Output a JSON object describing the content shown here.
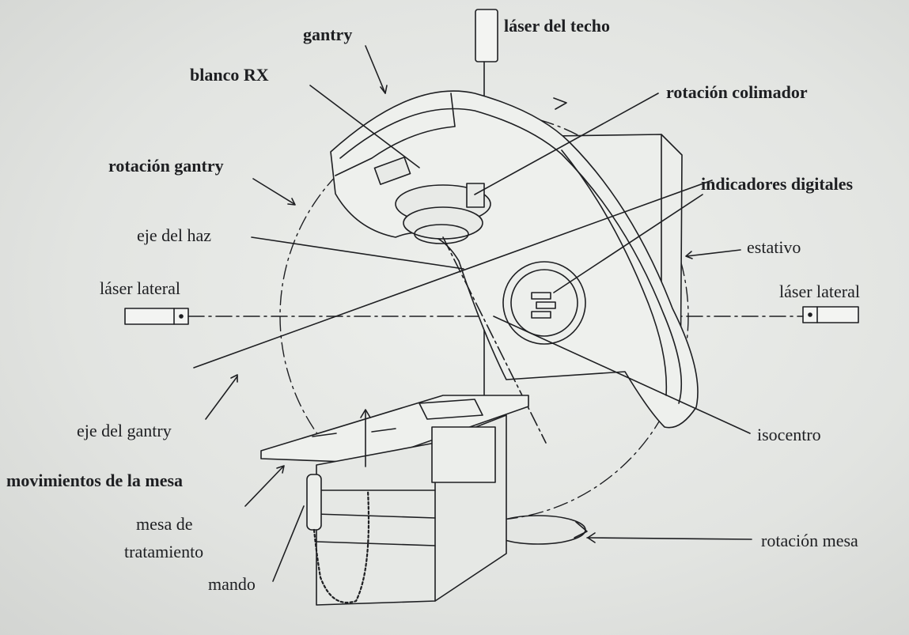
{
  "labels": {
    "gantry": "gantry",
    "laser_techo": "láser del techo",
    "blanco_rx": "blanco RX",
    "rotacion_colimador": "rotación colimador",
    "rotacion_gantry": "rotación gantry",
    "indicadores_digitales": "indicadores digitales",
    "eje_haz": "eje del haz",
    "estativo": "estativo",
    "laser_lateral_izq": "láser lateral",
    "laser_lateral_der": "láser lateral",
    "eje_gantry": "eje del gantry",
    "isocentro": "isocentro",
    "movimientos_mesa": "movimientos de la mesa",
    "mesa_tratamiento_1": "mesa de",
    "mesa_tratamiento_2": "tratamiento",
    "rotacion_mesa": "rotación mesa",
    "mando": "mando"
  },
  "colors": {
    "ink": "#1e1f22",
    "paper": "#e4e6e3"
  }
}
